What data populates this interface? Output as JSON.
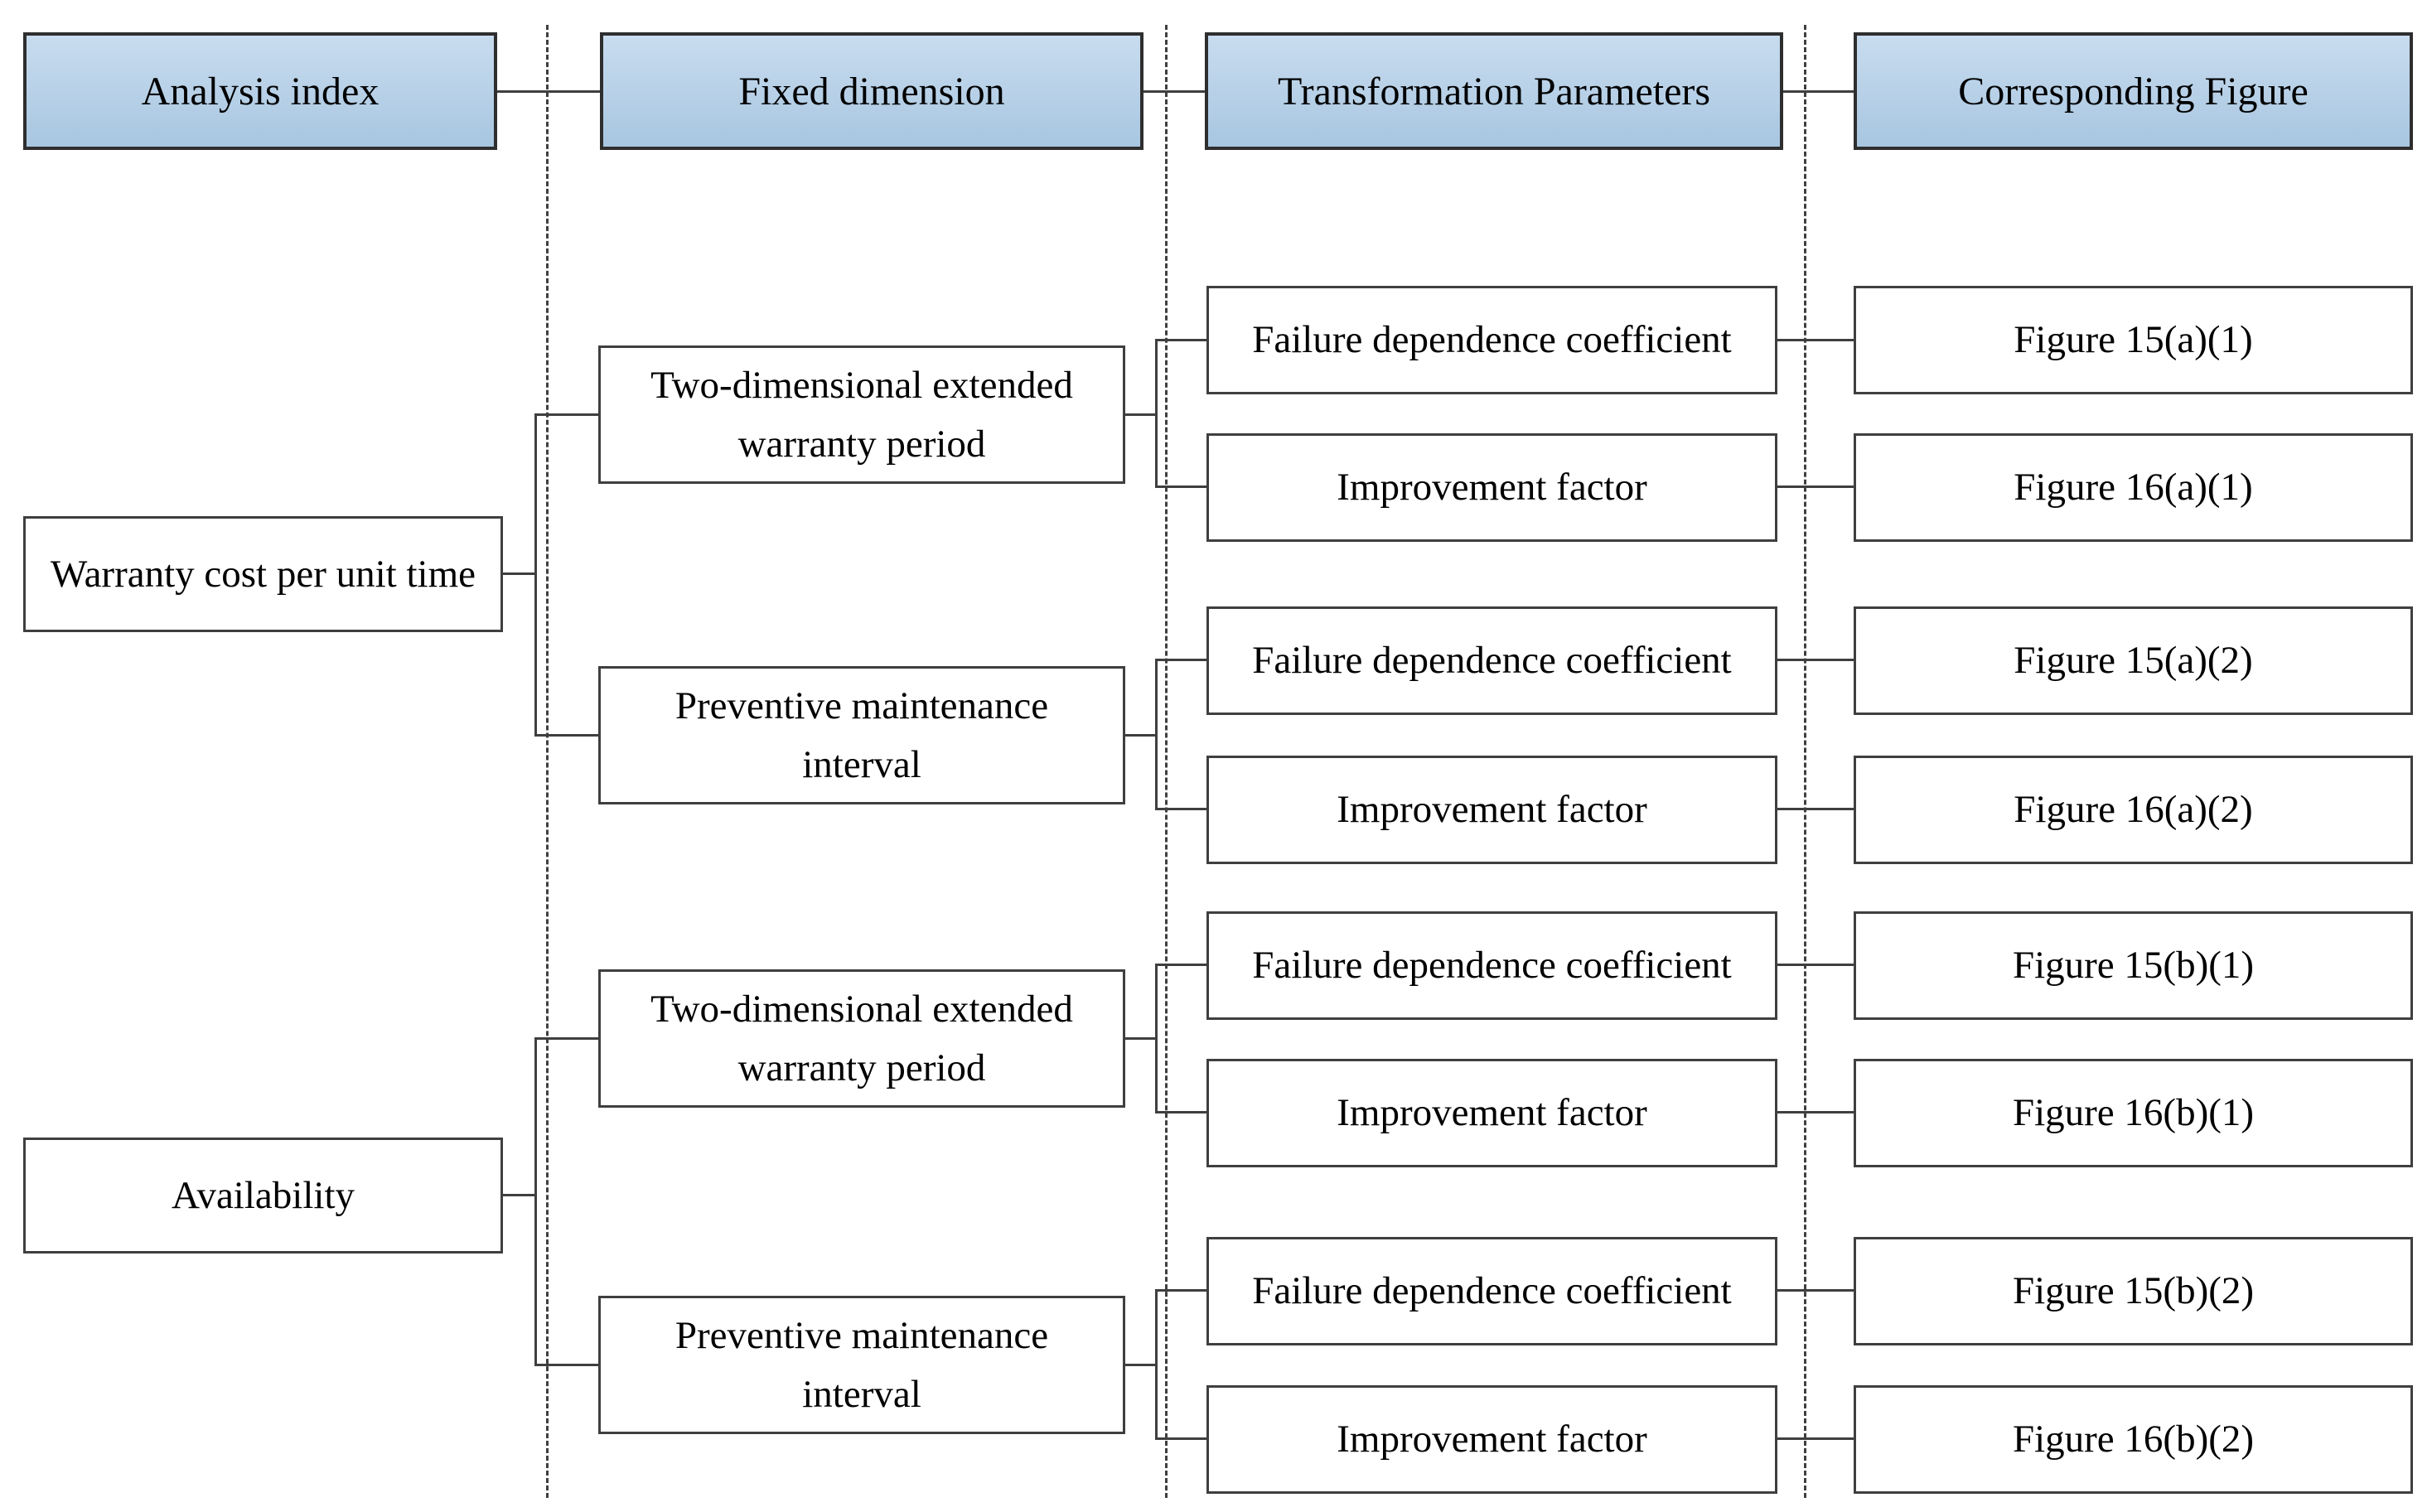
{
  "diagram": {
    "headers": [
      {
        "label": "Analysis index"
      },
      {
        "label": "Fixed dimension"
      },
      {
        "label": "Transformation Parameters"
      },
      {
        "label": "Corresponding Figure"
      }
    ],
    "analysis_index": [
      {
        "label": "Warranty cost per unit time"
      },
      {
        "label": "Availability"
      }
    ],
    "fixed_dimension": [
      {
        "label": "Two-dimensional extended warranty period"
      },
      {
        "label": "Preventive maintenance interval"
      },
      {
        "label": "Two-dimensional extended warranty period"
      },
      {
        "label": "Preventive maintenance interval"
      }
    ],
    "transformation_parameters": [
      {
        "label": "Failure dependence coefficient"
      },
      {
        "label": "Improvement factor"
      },
      {
        "label": "Failure dependence coefficient"
      },
      {
        "label": "Improvement factor"
      },
      {
        "label": "Failure dependence coefficient"
      },
      {
        "label": "Improvement factor"
      },
      {
        "label": "Failure dependence coefficient"
      },
      {
        "label": "Improvement factor"
      }
    ],
    "corresponding_figures": [
      {
        "label": "Figure 15(a)(1)"
      },
      {
        "label": "Figure 16(a)(1)"
      },
      {
        "label": "Figure 15(a)(2)"
      },
      {
        "label": "Figure 16(a)(2)"
      },
      {
        "label": "Figure 15(b)(1)"
      },
      {
        "label": "Figure 16(b)(1)"
      },
      {
        "label": "Figure 15(b)(2)"
      },
      {
        "label": "Figure 16(b)(2)"
      }
    ],
    "colors": {
      "line": "#3f3f3f",
      "header_fill_top": "#c8dcef",
      "header_fill_bottom": "#a8c6e0",
      "box_fill": "#ffffff",
      "text": "#000000"
    }
  }
}
